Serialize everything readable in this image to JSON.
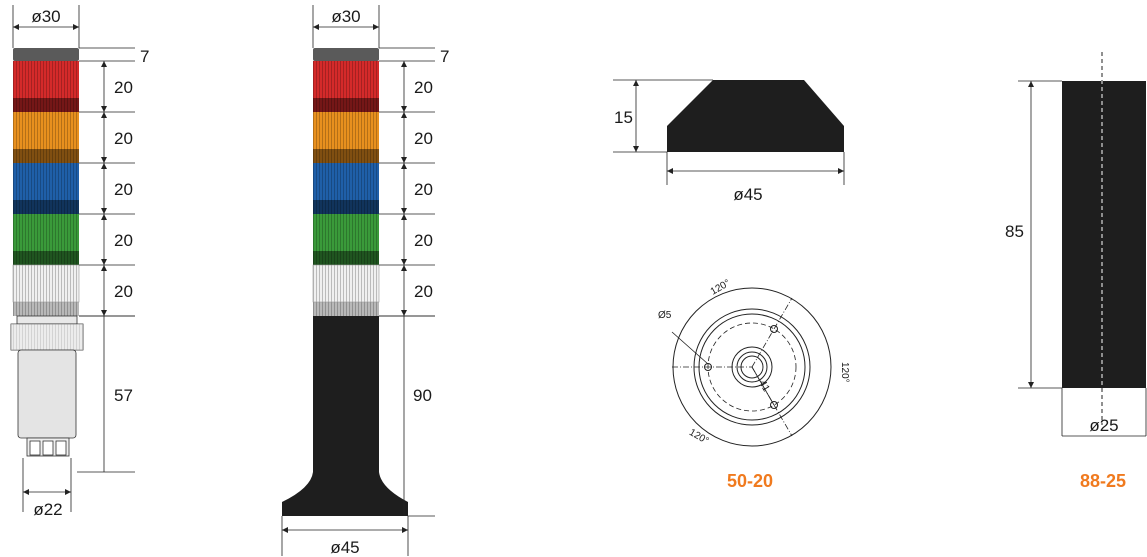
{
  "colors": {
    "cap": "#5a5a5a",
    "red": "#d42a2a",
    "amber": "#e8901e",
    "blue": "#1f5fa8",
    "green": "#3a9a3a",
    "white": "#f0f0f0",
    "body": "#1e1e1e",
    "label": "#f07a1e"
  },
  "tower1": {
    "diameter_top": "ø30",
    "cap_height": "7",
    "module_heights": [
      "20",
      "20",
      "20",
      "20",
      "20"
    ],
    "base_height": "57",
    "diameter_bottom": "ø22"
  },
  "tower2": {
    "diameter_top": "ø30",
    "cap_height": "7",
    "module_heights": [
      "20",
      "20",
      "20",
      "20",
      "20"
    ],
    "base_height": "90",
    "diameter_bottom": "ø45"
  },
  "part_50_20": {
    "height": "15",
    "diameter": "ø45",
    "hole_label": "Ø5",
    "angle_a": "120°",
    "angle_b": "120°",
    "angle_c": "120°",
    "radius_label": "41",
    "code": "50-20"
  },
  "part_88_25": {
    "height": "85",
    "diameter": "ø25",
    "code": "88-25"
  }
}
